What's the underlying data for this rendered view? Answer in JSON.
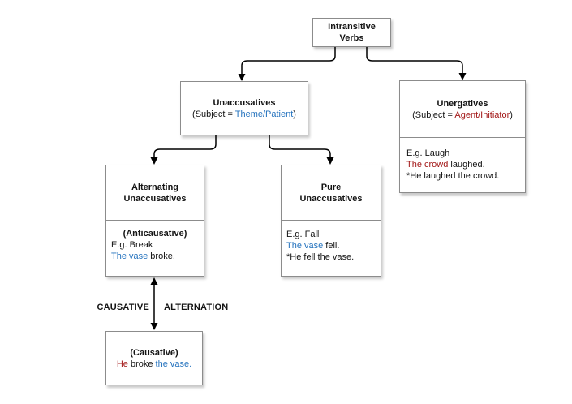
{
  "colors": {
    "blue": "#2573BE",
    "red": "#A31818",
    "black": "#141414",
    "border": "#8c8c8c"
  },
  "nodes": {
    "intransitive": {
      "title": "Intransitive Verbs"
    },
    "unaccusatives": {
      "title": "Unaccusatives",
      "subtitle": [
        {
          "t": "(Subject = ",
          "c": "black"
        },
        {
          "t": "Theme/Patient",
          "c": "blue"
        },
        {
          "t": ")",
          "c": "black"
        }
      ]
    },
    "unergatives": {
      "title": "Unergatives",
      "subtitle": [
        {
          "t": "(Subject = ",
          "c": "black"
        },
        {
          "t": "Agent/Initiator",
          "c": "red"
        },
        {
          "t": ")",
          "c": "black"
        }
      ],
      "examples": [
        [
          {
            "t": "E.g. Laugh",
            "c": "black"
          }
        ],
        [
          {
            "t": "The crowd",
            "c": "red"
          },
          {
            "t": " laughed.",
            "c": "black"
          }
        ],
        [
          {
            "t": "*He laughed the crowd.",
            "c": "black"
          }
        ]
      ]
    },
    "alternating": {
      "title": "Alternating Unaccusatives",
      "sublabel": "(Anticausative)",
      "examples": [
        [
          {
            "t": "E.g. Break",
            "c": "black"
          }
        ],
        [
          {
            "t": "The vase",
            "c": "blue"
          },
          {
            "t": " broke.",
            "c": "black"
          }
        ]
      ]
    },
    "pure": {
      "title": "Pure Unaccusatives",
      "examples": [
        [
          {
            "t": "E.g. Fall",
            "c": "black"
          }
        ],
        [
          {
            "t": "The vase",
            "c": "blue"
          },
          {
            "t": " fell.",
            "c": "black"
          }
        ],
        [
          {
            "t": "*He fell the vase.",
            "c": "black"
          }
        ]
      ]
    },
    "causative": {
      "sublabel": "(Causative)",
      "examples": [
        [
          {
            "t": "He",
            "c": "red"
          },
          {
            "t": " broke ",
            "c": "black"
          },
          {
            "t": "the vase.",
            "c": "blue"
          }
        ]
      ]
    }
  },
  "edge_labels": {
    "causative": "CAUSATIVE",
    "alternation": "ALTERNATION"
  }
}
